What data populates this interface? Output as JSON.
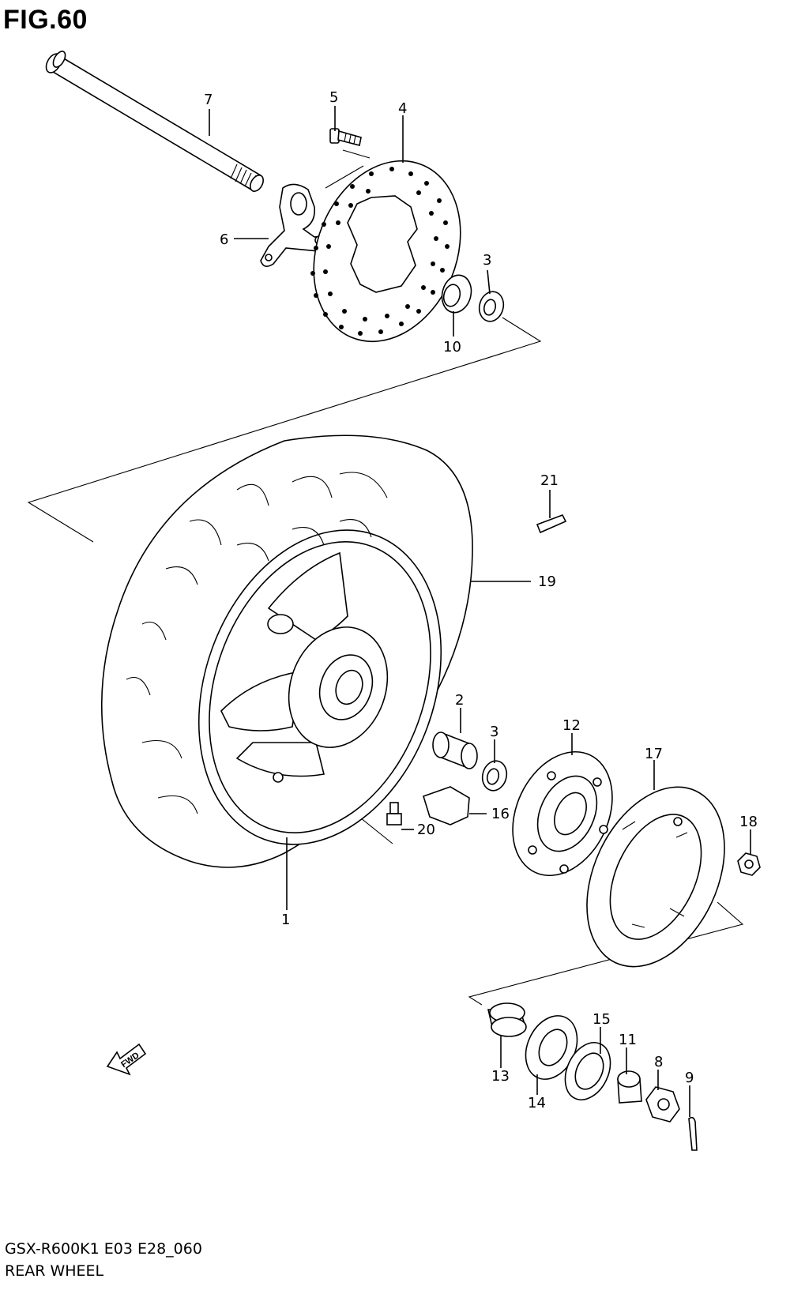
{
  "figure": {
    "title": "FIG.60"
  },
  "footer": {
    "model_code": "GSX-R600K1 E03 E28_060",
    "section_title": "REAR WHEEL"
  },
  "fwd_badge": {
    "label": "FWD"
  },
  "callouts": [
    "7",
    "5",
    "4",
    "6",
    "3",
    "10",
    "21",
    "19",
    "2",
    "3",
    "12",
    "17",
    "18",
    "16",
    "20",
    "1",
    "15",
    "11",
    "8",
    "9",
    "13",
    "14"
  ]
}
